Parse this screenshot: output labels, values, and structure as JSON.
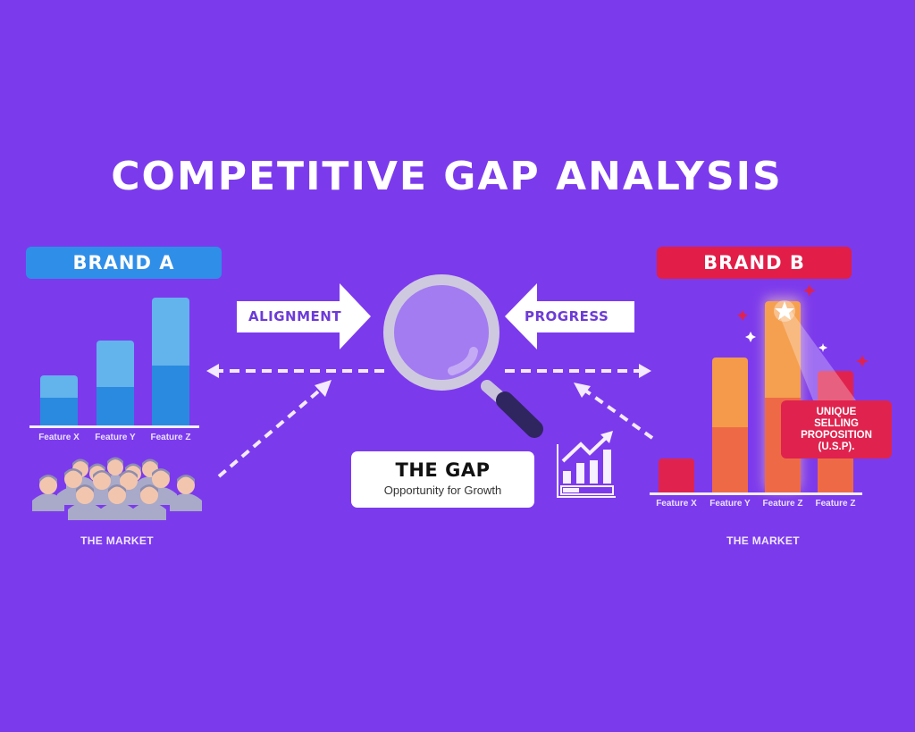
{
  "title": "COMPETITIVE GAP ANALYSIS",
  "colors": {
    "background": "#7c3aed",
    "brand_a": "#2f8ee8",
    "brand_b": "#e11d48",
    "bar_blue_light": "#63b3ec",
    "bar_blue_dark": "#2a8ae0",
    "bar_orange_light": "#f49a4a",
    "bar_orange_dark": "#ee6a47",
    "bar_red": "#e0234e"
  },
  "brand_a": {
    "label": "BRAND A",
    "features": [
      "Feature X",
      "Feature Y",
      "Feature Z"
    ],
    "market_label": "THE MARKET",
    "market_icon": "crowd-icon"
  },
  "brand_b": {
    "label": "BRAND B",
    "features": [
      "Feature X",
      "Feature Y",
      "Feature Z",
      "Feature Z"
    ],
    "market_label": "THE MARKET",
    "usp": [
      "UNIQUE",
      "SELLING",
      "PROPOSITION",
      "(U.S.P)."
    ],
    "usp_icon": "star-icon"
  },
  "center": {
    "left_arrow_label": "ALIGNMENT",
    "right_arrow_label": "PROGRESS",
    "magnifier_icon": "magnifying-glass-icon",
    "gap_title": "THE GAP",
    "gap_subtitle": "Opportunity for Growth",
    "growth_icon": "growth-chart-icon"
  },
  "chart_data": [
    {
      "type": "bar",
      "title": "BRAND A",
      "categories": [
        "Feature X",
        "Feature Y",
        "Feature Z"
      ],
      "series": [
        {
          "name": "base",
          "values": [
            32,
            44,
            68
          ]
        },
        {
          "name": "top",
          "values": [
            25,
            52,
            76
          ]
        }
      ],
      "totals": [
        57,
        96,
        144
      ],
      "xlabel": "THE MARKET",
      "ylabel": "",
      "stacked": true
    },
    {
      "type": "bar",
      "title": "BRAND B",
      "categories": [
        "Feature X",
        "Feature Y",
        "Feature Z",
        "Feature Z"
      ],
      "series": [
        {
          "name": "base",
          "values": [
            39,
            74,
            107,
            137
          ]
        },
        {
          "name": "top",
          "values": [
            0,
            78,
            108,
            0
          ]
        }
      ],
      "totals": [
        39,
        152,
        215,
        137
      ],
      "xlabel": "THE MARKET",
      "ylabel": "",
      "stacked": true,
      "annotations": [
        "UNIQUE SELLING PROPOSITION (U.S.P)."
      ]
    }
  ]
}
